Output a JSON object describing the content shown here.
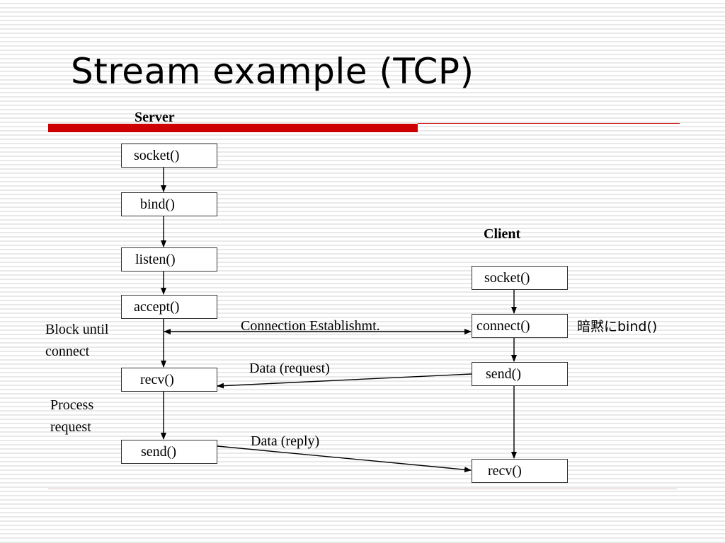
{
  "slide": {
    "title": "Stream example (TCP)",
    "accent_color": "#cc0000"
  },
  "server": {
    "heading": "Server",
    "steps": [
      "socket()",
      "bind()",
      "listen()",
      "accept()",
      "recv()",
      "send()"
    ],
    "notes": {
      "block": [
        "Block until",
        "connect"
      ],
      "process": [
        "Process",
        "request"
      ]
    }
  },
  "client": {
    "heading": "Client",
    "steps": [
      "socket()",
      "connect()",
      "send()",
      "recv()"
    ],
    "implicit_bind_note": "暗黙にbind()"
  },
  "messages": [
    {
      "label": "Connection Establishmt.",
      "from": "client.connect()",
      "to": "server.accept()",
      "direction": "bidirectional"
    },
    {
      "label": "Data (request)",
      "from": "client.send()",
      "to": "server.recv()",
      "direction": "client-to-server"
    },
    {
      "label": "Data (reply)",
      "from": "server.send()",
      "to": "client.recv()",
      "direction": "server-to-client"
    }
  ]
}
